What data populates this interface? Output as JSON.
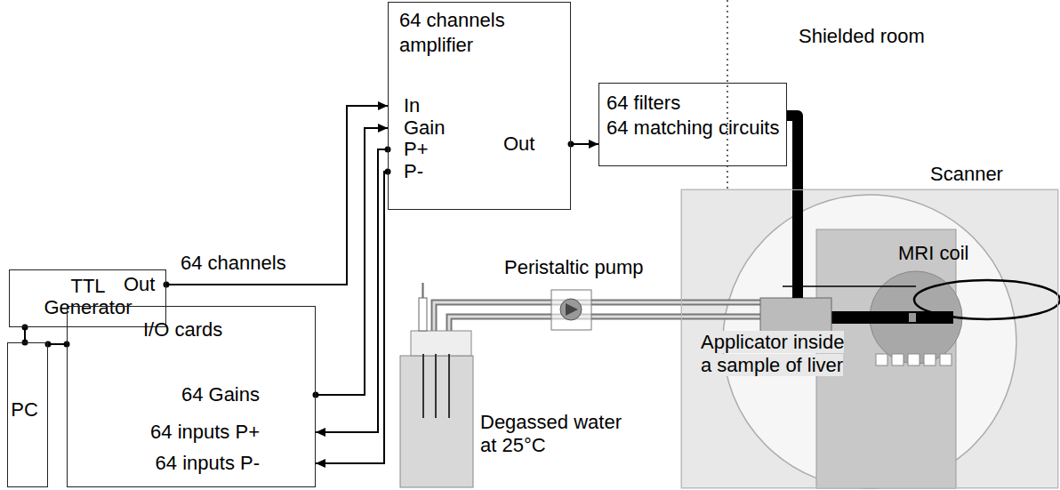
{
  "diagram": {
    "nodes": [
      {
        "text": [
          "64 channels amplifier",
          "In",
          "Gain",
          "P+",
          "P-",
          "Out"
        ]
      },
      {
        "text": [
          "64 filters",
          "64 matching circuits"
        ]
      },
      {
        "text": [
          "TTL Generator",
          "Out"
        ]
      },
      {
        "text": [
          "PC"
        ]
      },
      {
        "text": [
          "I/O cards",
          "64 Gains",
          "64 inputs P+",
          "64 inputs P-"
        ]
      },
      {
        "text": [
          "Scanner"
        ]
      }
    ],
    "edges": [
      {
        "from": 2,
        "to": 0,
        "arrow": "to"
      },
      {
        "from": 4,
        "to": 0,
        "arrow": "to"
      },
      {
        "from": 0,
        "to": 4,
        "arrow": "to"
      },
      {
        "from": 0,
        "to": 4,
        "arrow": "to"
      },
      {
        "from": 0,
        "to": 1,
        "arrow": "to"
      },
      {
        "from": 1,
        "to": 5,
        "arrow": "none"
      },
      {
        "from": 2,
        "to": 3,
        "arrow": "none"
      },
      {
        "from": 3,
        "to": 4,
        "arrow": "none"
      }
    ],
    "labels": [
      "Shielded room",
      "64 channels",
      "Peristaltic pump",
      "MRI coil",
      "Degassed water at 25°C",
      "Applicator inside a sample of liver"
    ]
  }
}
